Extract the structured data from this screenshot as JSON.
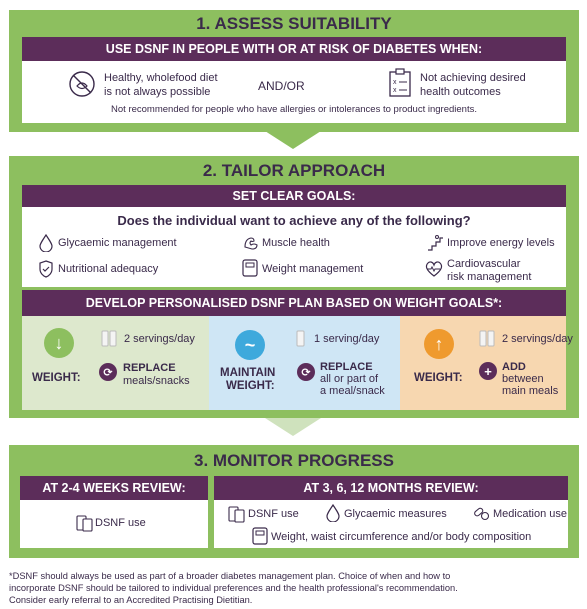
{
  "section1": {
    "title": "1. ASSESS SUITABILITY",
    "bar": "USE DSNF IN PEOPLE WITH OR AT RISK OF DIABETES WHEN:",
    "left_text_1": "Healthy, wholefood diet",
    "left_text_2": "is not always possible",
    "andor": "AND/OR",
    "right_text_1": "Not achieving desired",
    "right_text_2": "health outcomes",
    "note": "Not recommended for people who have allergies or intolerances to product ingredients."
  },
  "section2": {
    "title": "2. TAILOR APPROACH",
    "bar": "SET CLEAR GOALS:",
    "question": "Does the individual want to achieve any of the following?",
    "goals": {
      "glycaemic": "Glycaemic management",
      "muscle": "Muscle health",
      "energy": "Improve energy levels",
      "nutritional": "Nutritional adequacy",
      "weight": "Weight management",
      "cardio_1": "Cardiovascular",
      "cardio_2": "risk management"
    },
    "plan_bar": "DEVELOP PERSONALISED DSNF PLAN BASED ON WEIGHT GOALS*:",
    "columns": [
      {
        "weight_label_1": "WEIGHT:",
        "servings": "2 servings/day",
        "action": "REPLACE",
        "detail_1": "meals/snacks",
        "detail_2": "",
        "bg": "#dde8cd",
        "circle": "#8dbf5f",
        "arrow": "↓"
      },
      {
        "weight_label_1": "MAINTAIN",
        "weight_label_2": "WEIGHT:",
        "servings": "1 serving/day",
        "action": "REPLACE",
        "detail_1": "all or part of",
        "detail_2": "a meal/snack",
        "bg": "#cfe6f5",
        "circle": "#3ea9dc",
        "arrow": "~"
      },
      {
        "weight_label_1": "WEIGHT:",
        "servings": "2 servings/day",
        "action": "ADD",
        "detail_1": "between",
        "detail_2": "main meals",
        "bg": "#f7d7b0",
        "circle": "#ef9a2e",
        "arrow": "↑"
      }
    ]
  },
  "section3": {
    "title": "3. MONITOR PROGRESS",
    "left_bar": "AT 2-4 WEEKS REVIEW:",
    "left_item": "DSNF use",
    "right_bar": "AT 3, 6, 12 MONTHS REVIEW:",
    "right_items": {
      "dsnf": "DSNF use",
      "glycaemic": "Glycaemic measures",
      "medication": "Medication use",
      "weight": "Weight, waist circumference and/or body composition"
    }
  },
  "footnote": {
    "line1": "*DSNF should always be used as part of a broader diabetes management plan. Choice of when and how to",
    "line2": "incorporate DSNF should be tailored to individual preferences and the health professional's recommendation.",
    "line3": "Consider early referral to an Accredited Practising Dietitian."
  },
  "colors": {
    "green": "#8dbf5f",
    "purple": "#5c2d5a",
    "text": "#3a2a4a"
  }
}
